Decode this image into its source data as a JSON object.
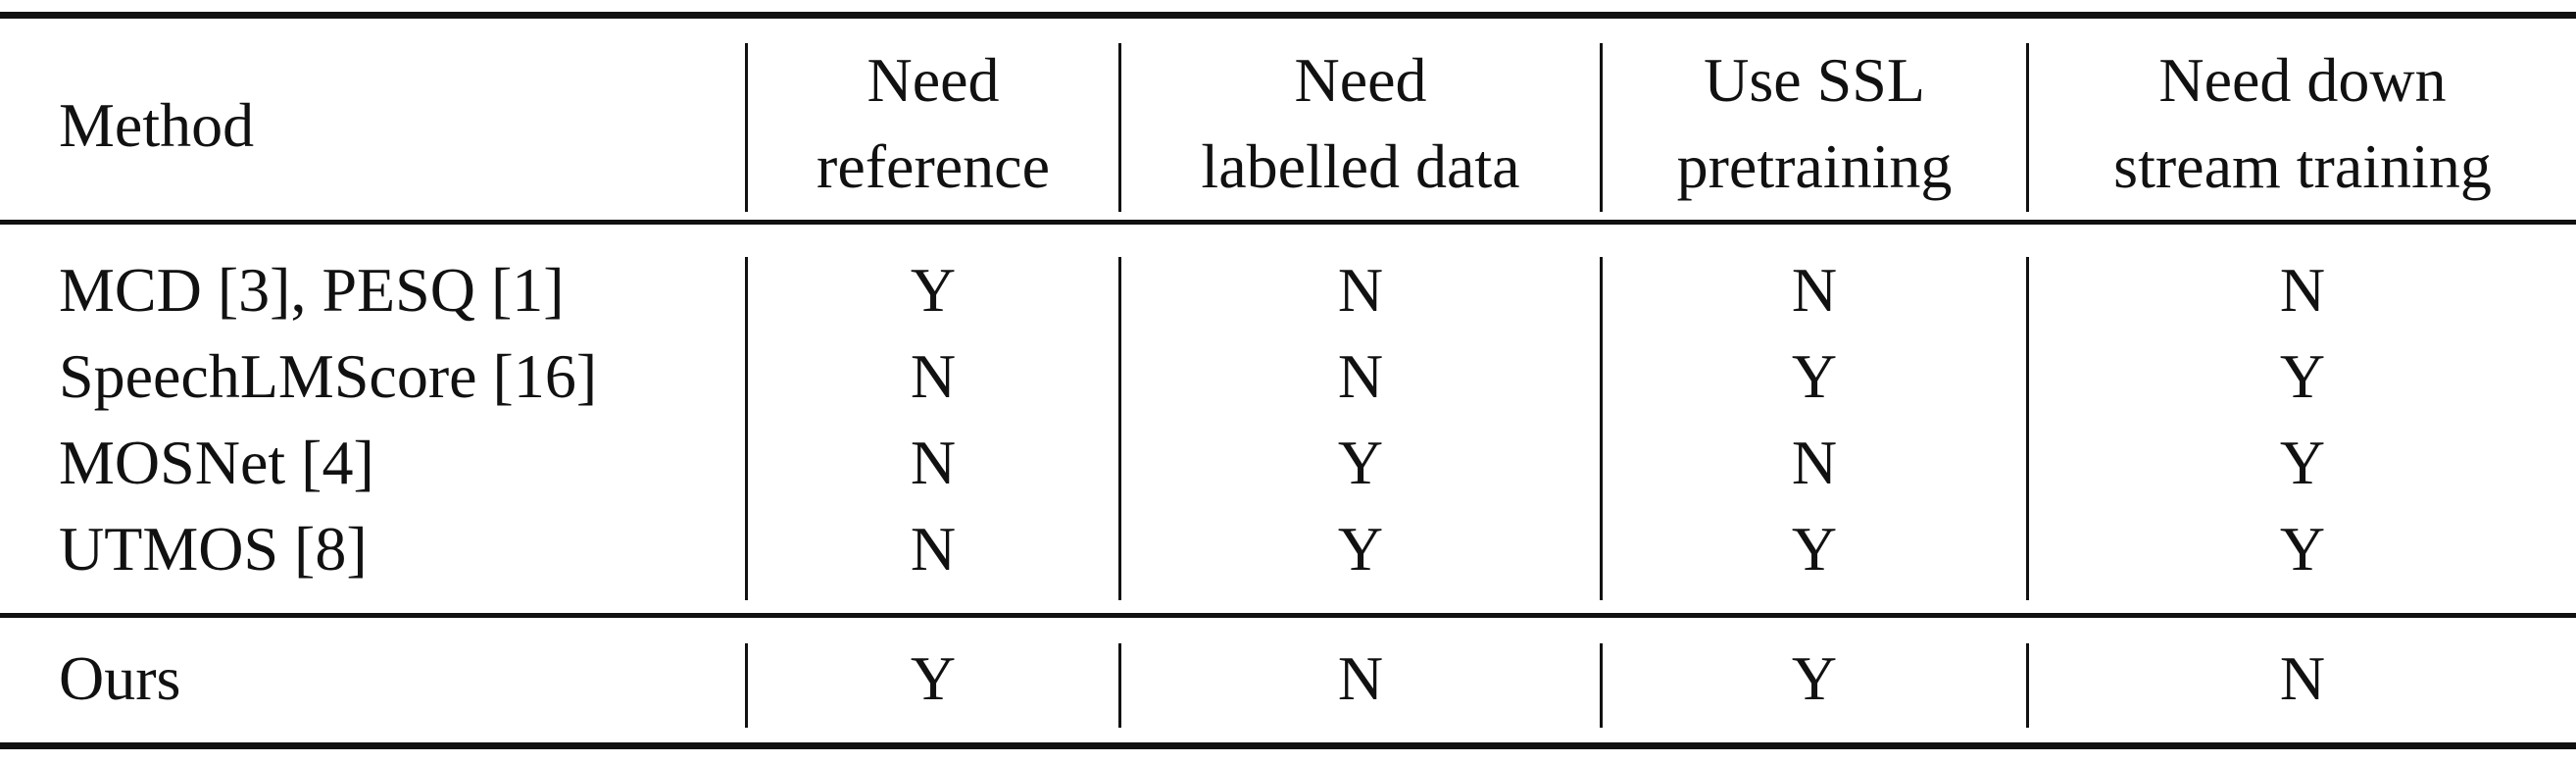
{
  "table": {
    "headers": {
      "method": "Method",
      "need_reference": [
        "Need",
        "reference"
      ],
      "need_labelled_data": [
        "Need",
        "labelled data"
      ],
      "use_ssl_pretraining": [
        "Use SSL",
        "pretraining"
      ],
      "need_downstream_training": [
        "Need down",
        "stream training"
      ]
    },
    "rows": [
      {
        "method": "MCD [3], PESQ [1]",
        "values": [
          "Y",
          "N",
          "N",
          "N"
        ]
      },
      {
        "method": "SpeechLMScore [16]",
        "values": [
          "N",
          "N",
          "Y",
          "Y"
        ]
      },
      {
        "method": "MOSNet [4]",
        "values": [
          "N",
          "Y",
          "N",
          "Y"
        ]
      },
      {
        "method": "UTMOS [8]",
        "values": [
          "N",
          "Y",
          "Y",
          "Y"
        ]
      }
    ],
    "ours": {
      "method": "Ours",
      "values": [
        "Y",
        "N",
        "Y",
        "N"
      ]
    }
  }
}
